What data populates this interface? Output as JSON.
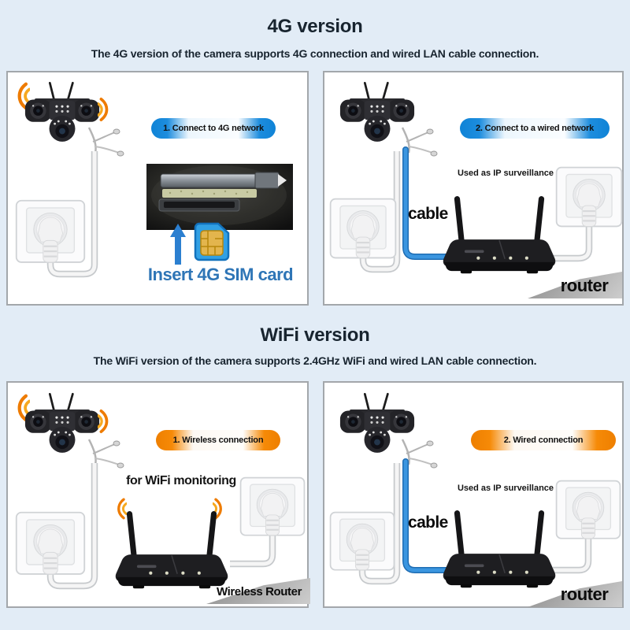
{
  "colors": {
    "background": "#e2ecf6",
    "panel_border": "#a3a7ab",
    "blue_accent": "#1d8dde",
    "orange_accent": "#f08200",
    "cable_blue": "#2e86d2",
    "sim_caption_blue": "#2e75b6",
    "heading": "#18242f"
  },
  "icons": {
    "camera": "security-camera-icon",
    "wifi_waves": "wifi-waves-icon",
    "wall_socket": "wall-socket-icon",
    "router": "router-icon",
    "sim_card": "sim-card-icon",
    "arrow_up": "arrow-up-icon",
    "sim_slot_photo": "sim-slot-photo"
  },
  "sections": [
    {
      "title": "4G version",
      "subtitle": "The 4G version of the camera supports 4G connection and wired LAN cable connection.",
      "panels": [
        {
          "step_label": "1. Connect to 4G network",
          "caption": "Insert 4G SIM card"
        },
        {
          "step_label": "2. Connect to a wired network",
          "note": "Used as IP surveillance",
          "cable_label": "cable",
          "router_label": "router"
        }
      ]
    },
    {
      "title": "WiFi version",
      "subtitle": "The WiFi version of the camera supports 2.4GHz WiFi and wired LAN cable connection.",
      "panels": [
        {
          "step_label": "1. Wireless connection",
          "note": "for WiFi monitoring",
          "router_label": "Wireless Router"
        },
        {
          "step_label": "2. Wired connection",
          "note": "Used as IP surveillance",
          "cable_label": "cable",
          "router_label": "router"
        }
      ]
    }
  ]
}
